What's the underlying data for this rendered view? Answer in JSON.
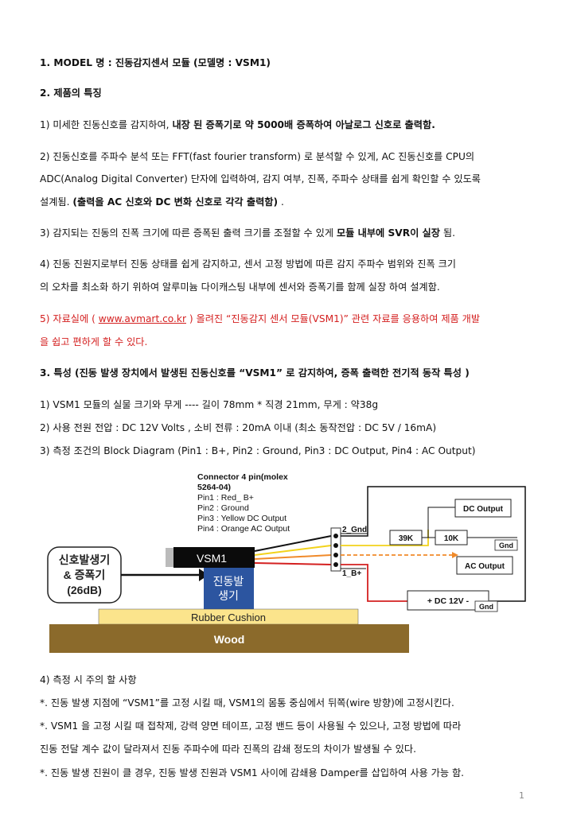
{
  "section1": {
    "title": "1. MODEL 명 : 진동감지센서 모듈 (모델명 : VSM1)"
  },
  "section2": {
    "title": "2. 제품의 특징",
    "item1": {
      "a": "1) 미세한 진동신호를 감지하여, ",
      "b": "내장 된 증폭기로 약 5000배 증폭하여 아날로그 신호로 출력함."
    },
    "item2": {
      "line1": "2) 진동신호를 주파수 분석 또는 FFT(fast fourier transform) 로 분석할 수 있게, AC 진동신호를 CPU의",
      "line2": "ADC(Analog Digital Converter) 단자에 입력하여, 감지 여부, 진폭, 주파수 상태를 쉽게 확인할 수 있도록",
      "line3a": "설계됨. ",
      "line3b": "(출력을 AC 신호와 DC 변화 신호로 각각 출력함)",
      "line3c": " ."
    },
    "item3": {
      "a": "3) 감지되는 진동의 진폭 크기에 따른 증폭된 출력 크기를 조절할 수 있게 ",
      "b": "모듈 내부에 SVR이 실장",
      "c": " 됨."
    },
    "item4": {
      "line1": "4) 진동 진원지로부터 진동 상태를 쉽게 감지하고, 센서 고정 방법에 따른 감지 주파수 범위와 진폭 크기",
      "line2": "의 오차를 최소화 하기 위하여 알루미늄 다이캐스팅 내부에 센서와 증폭기를 함께 실장 하여 설계함."
    },
    "item5": {
      "a": "5) 자료실에 ( ",
      "link": "www.avmart.co.kr",
      "b": " ) 올려진 “진동감지 센서 모듈(VSM1)” 관련 자료를 응용하여 제품 개발",
      "line2": "을 쉽고 편하게 할 수 있다."
    }
  },
  "section3": {
    "title": "3. 특성 (진동 발생 장치에서 발생된 진동신호를 “VSM1” 로 감지하여, 증폭 출력한 전기적 동작 특성 )",
    "item1": "1)   VSM1 모듈의 실물 크기와 무게 ---- 길이 78mm * 직경 21mm,    무게 : 약38g",
    "item2": "2) 사용 전원 전압 : DC 12V Volts , 소비 전류 :  20mA 이내 (최소 동작전압 : DC 5V / 16mA)",
    "item3": "3) 측정 조건의  Block Diagram (Pin1 : B+, Pin2 : Ground, Pin3 : DC Output, Pin4 : AC Output)"
  },
  "diagram": {
    "connector": [
      "Connector 4 pin(molex",
      "5264-04)",
      "Pin1 : Red_ B+",
      "Pin2 : Ground",
      "Pin3 : Yellow DC Output",
      "Pin4 : Orange AC Output"
    ],
    "gen": [
      "신호발생기",
      "& 증폭기",
      "(26dB)"
    ],
    "vsm1": "VSM1",
    "vib": [
      "진동발",
      "생기"
    ],
    "rubber": "Rubber Cushion",
    "wood": "Wood",
    "gnd2": "2_Gnd",
    "bplus": "1_B+",
    "r39k": "39K",
    "r10k": "10K",
    "dcout": "DC Output",
    "acout": "AC Output",
    "gnd": "Gnd",
    "dc12v": "+  DC 12V  -"
  },
  "section4": {
    "title": " 4) 측정 시 주의 할 사항",
    "line1": "*. 진동 발생 지점에 “VSM1”를 고정 시킬 때, VSM1의 몸통 중심에서 뒤쪽(wire 방향)에 고정시킨다.",
    "line2": "*. VSM1 을 고정 시킬 때 접착제, 강력 양면 테이프, 고정 밴드 등이 사용될 수 있으나, 고정 방법에 따라",
    "line3": "진동 전달 계수 값이 달라져서 진동 주파수에 따라 진폭의 감쇄 정도의 차이가 발생될 수 있다.",
    "line4": " *. 진동 발생 진원이 클 경우, 진동 발생 진원과 VSM1 사이에 감쇄용 Damper를 삽입하여 사용 가능 함."
  },
  "page_number": "1"
}
